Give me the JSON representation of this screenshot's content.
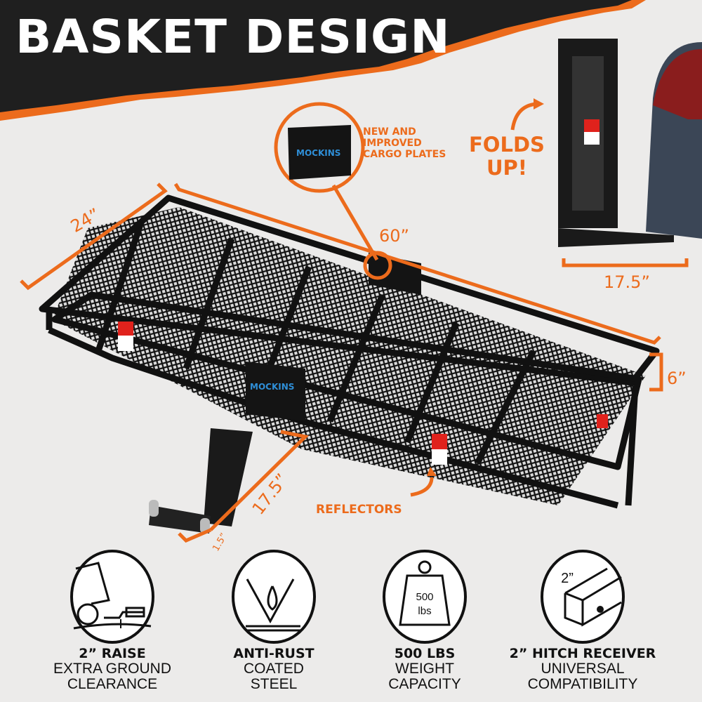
{
  "header": {
    "title": "BASKET DESIGN"
  },
  "callouts": {
    "cargo_plates": [
      "NEW AND",
      "IMPROVED",
      "CARGO PLATES"
    ],
    "plate_brand": "MOCKINS",
    "folds_up": [
      "FOLDS",
      "UP!"
    ],
    "reflectors": "REFLECTORS",
    "basket_brand": "MOCKINS"
  },
  "dimensions": {
    "width": "24”",
    "length": "60”",
    "height": "6”",
    "shank_length": "17.5”",
    "shank_offset": "1.5”",
    "folded_depth": "17.5”"
  },
  "features": [
    {
      "icon": "car-raise-icon",
      "title": "2” RAISE",
      "lines": [
        "EXTRA GROUND",
        "CLEARANCE"
      ]
    },
    {
      "icon": "water-drops-icon",
      "title": "ANTI-RUST",
      "lines": [
        "COATED",
        "STEEL"
      ]
    },
    {
      "icon": "weight-icon",
      "title": "500 LBS",
      "lines": [
        "WEIGHT",
        "CAPACITY"
      ],
      "icon_text": [
        "500",
        "lbs"
      ]
    },
    {
      "icon": "hitch-tube-icon",
      "title": "2” HITCH RECEIVER",
      "lines": [
        "UNIVERSAL",
        "COMPATIBILITY"
      ],
      "icon_text": [
        "2”"
      ]
    }
  ],
  "colors": {
    "accent": "#ec6b1c",
    "dark": "#1e1e1e",
    "background": "#ecebea",
    "brand_blue": "#2f8fd8",
    "reflector": "#e0221c"
  }
}
